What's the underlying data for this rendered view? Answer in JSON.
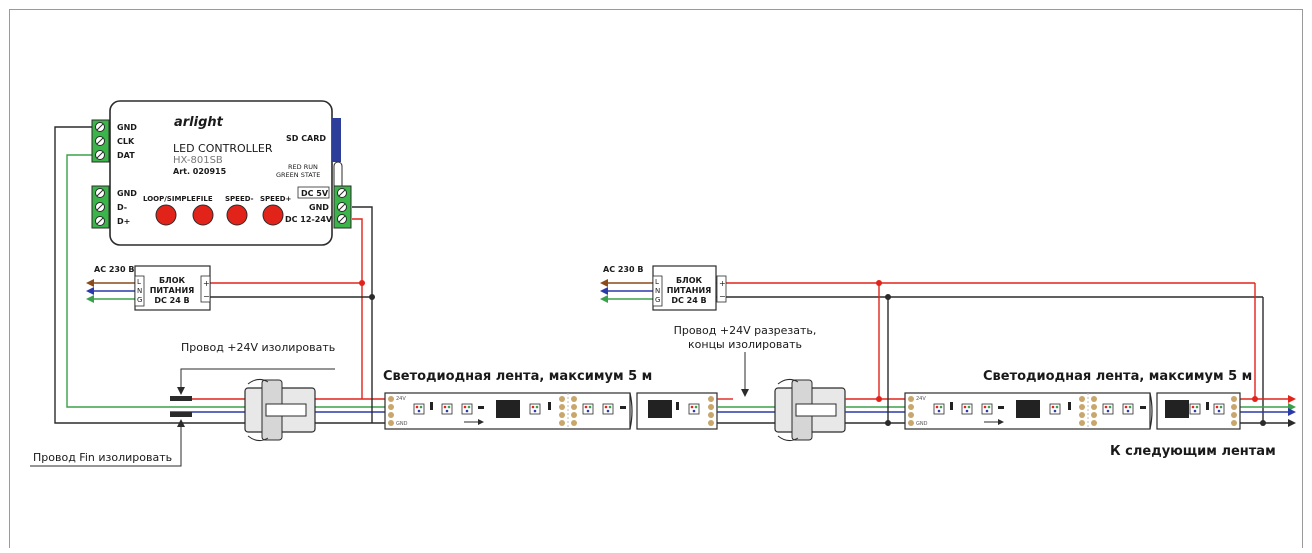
{
  "colors": {
    "red": "#e2231a",
    "black": "#2b2b2b",
    "blue": "#2c39a8",
    "green": "#3aa04a",
    "brown": "#8a4a1a",
    "terminal_green": "#3bb54a",
    "sd_blue": "#2c3e9a",
    "button_red": "#e2231a"
  },
  "controller": {
    "brand": "arlight",
    "title": "LED CONTROLLER",
    "model": "HX-801SB",
    "art": "Art. 020915",
    "sd_card": "SD CARD",
    "status_red": "RED RUN",
    "status_green": "GREEN STATE",
    "left_top_pins": [
      "GND",
      "CLK",
      "DAT"
    ],
    "left_bottom_pins": [
      "GND",
      "D-",
      "D+"
    ],
    "right_pins_header": "DC 5V",
    "right_pins": [
      "GND",
      "DC 12-24V"
    ],
    "buttons": [
      "LOOP/SIMPLE",
      "FILE",
      "SPEED-",
      "SPEED+"
    ]
  },
  "psu_left": {
    "ac_label": "AC 230 В",
    "lines": [
      "БЛОК",
      "ПИТАНИЯ",
      "DC 24 В"
    ],
    "inputs": [
      "L",
      "N",
      "G"
    ],
    "outputs": [
      "+",
      "−"
    ]
  },
  "psu_right": {
    "ac_label": "AC 230 В",
    "lines": [
      "БЛОК",
      "ПИТАНИЯ",
      "DC 24 В"
    ],
    "inputs": [
      "L",
      "N",
      "G"
    ],
    "outputs": [
      "+",
      "−"
    ]
  },
  "annotations": {
    "isolate_24v": "Провод +24V изолировать",
    "isolate_fin": "Провод Fin изолировать",
    "cut_24v_line1": "Провод +24V разрезать,",
    "cut_24v_line2": "концы изолировать",
    "next_strips": "К следующим лентам"
  },
  "strips": [
    {
      "label": "Светодиодная лента, максимум 5 м"
    },
    {
      "label": "Светодиодная лента, максимум 5 м"
    }
  ],
  "strip_pad_labels": [
    "24V",
    "",
    "",
    "GND"
  ]
}
